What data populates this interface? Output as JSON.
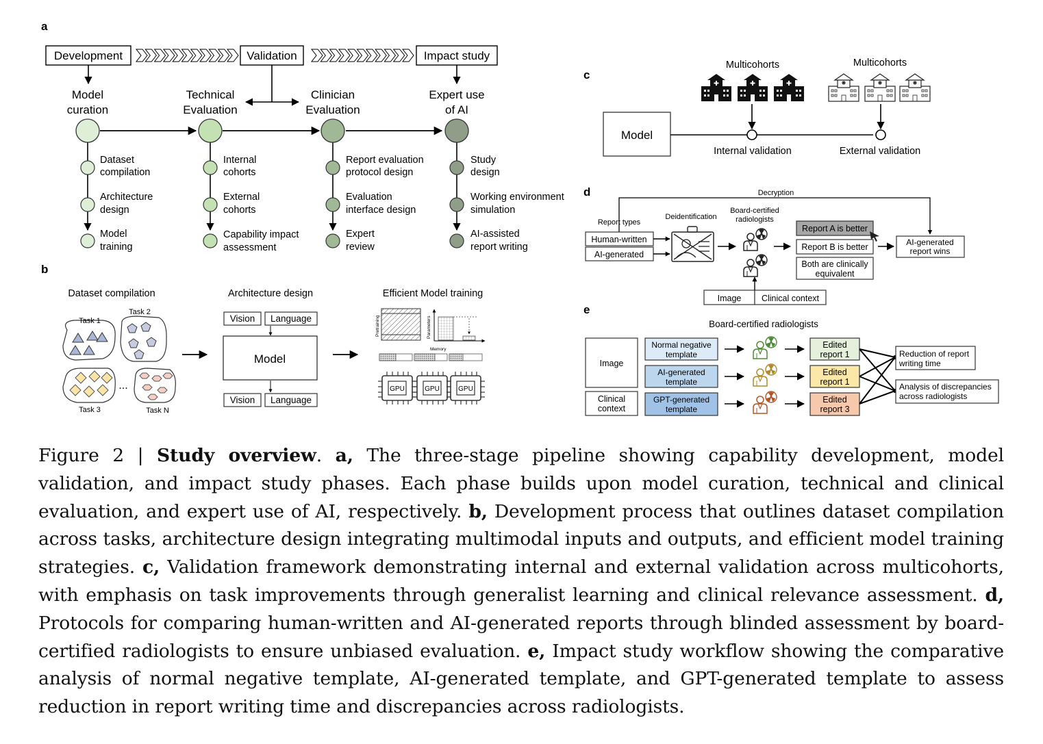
{
  "panel_letters": {
    "a": "a",
    "b": "b",
    "c": "c",
    "d": "d",
    "e": "e"
  },
  "panel_a": {
    "phases": [
      "Development",
      "Validation",
      "Impact study"
    ],
    "stages": [
      {
        "title_line1": "Model",
        "title_line2": "curation",
        "color": "#dfeed7",
        "steps": [
          [
            "Dataset",
            "compilation"
          ],
          [
            "Architecture",
            "design"
          ],
          [
            "Model",
            "training"
          ]
        ]
      },
      {
        "title_line1": "Technical",
        "title_line2": "Evaluation",
        "color": "#c3e1b2",
        "steps": [
          [
            "Internal",
            "cohorts"
          ],
          [
            "External",
            "cohorts"
          ],
          [
            "Capability impact",
            "assessment"
          ]
        ]
      },
      {
        "title_line1": "Clinician",
        "title_line2": "Evaluation",
        "color": "#a0b896",
        "steps": [
          [
            "Report evaluation",
            "protocol design"
          ],
          [
            "Evaluation",
            "interface design"
          ],
          [
            "Expert",
            "review"
          ]
        ]
      },
      {
        "title_line1": "Expert use",
        "title_line2": "of AI",
        "color": "#8f9d89",
        "steps": [
          [
            "Study",
            "design"
          ],
          [
            "Working environment",
            "simulation"
          ],
          [
            "AI-assisted",
            "report writing"
          ]
        ]
      }
    ]
  },
  "panel_b": {
    "dataset_title": "Dataset compilation",
    "tasks": [
      "Task 1",
      "Task 2",
      "Task 3",
      "Task N"
    ],
    "ellipsis": "...",
    "arch_title": "Architecture design",
    "inputs": [
      "Vision",
      "Language"
    ],
    "model_label": "Model",
    "outputs": [
      "Vision",
      "Language"
    ],
    "training_title": "Efficient Model training",
    "pretraining_label": "Pretraining",
    "parameters_label": "Parameters",
    "memory_label": "Memory",
    "gpu_label": "GPU"
  },
  "panel_c": {
    "model_label": "Model",
    "multicohorts_label": "Multicohorts",
    "internal_label": "Internal validation",
    "external_label": "External validation"
  },
  "panel_d": {
    "decryption_label": "Decryption",
    "report_types_label": "Report types",
    "report_types": [
      "Human-written",
      "AI-generated"
    ],
    "deidentification_label": "Deidentification",
    "radiologists_label_line1": "Board-certified",
    "radiologists_label_line2": "radiologists",
    "options": [
      "Report A is better",
      "Report B is better"
    ],
    "option3_line1": "Both are clinically",
    "option3_line2": "equivalent",
    "inputs": [
      "Image",
      "Clinical context"
    ],
    "result_line1": "AI-generated",
    "result_line2": "report wins"
  },
  "panel_e": {
    "title": "Board-certified radiologists",
    "image_label": "Image",
    "context_line1": "Clinical",
    "context_line2": "context",
    "templates": [
      {
        "line1": "Normal negative",
        "line2": "template",
        "color": "#dcebf7"
      },
      {
        "line1": "AI-generated",
        "line2": "template",
        "color": "#bcd6ee"
      },
      {
        "line1": "GPT-generated",
        "line2": "template",
        "color": "#9fc2e6"
      }
    ],
    "edited": [
      {
        "line1": "Edited",
        "line2": "report 1",
        "color": "#e4f0dc"
      },
      {
        "line1": "Edited",
        "line2": "report 1",
        "color": "#fbe7a8"
      },
      {
        "line1": "Edited",
        "line2": "report 3",
        "color": "#f6c9ad"
      }
    ],
    "outcomes": [
      {
        "line1": "Reduction of report",
        "line2": "writing time"
      },
      {
        "line1": "Analysis of discrepancies",
        "line2": "across radiologists"
      }
    ]
  },
  "caption": {
    "figure_label": "Figure 2 | ",
    "title": "Study overview",
    "after_title": ".  ",
    "a_label": "a,",
    "a_text": " The three-stage pipeline showing capability development, model validation, and impact study phases. Each phase builds upon model curation, technical and clinical evaluation, and expert use of AI, respectively. ",
    "b_label": "b,",
    "b_text": " Development process that outlines dataset compilation across tasks, architecture design integrating multimodal inputs and outputs, and efficient model training strategies. ",
    "c_label": "c,",
    "c_text": " Validation framework demonstrating internal and external validation across multicohorts, with emphasis on task improvements through generalist learning and clinical relevance assessment. ",
    "d_label": "d,",
    "d_text": " Protocols for comparing human-written and AI-generated reports through blinded assessment by board-certified radiologists to ensure unbiased evaluation. ",
    "e_label": "e,",
    "e_text": " Impact study workflow showing the comparative analysis of normal negative template, AI-generated template, and GPT-generated template to assess reduction in report writing time and discrepancies across radiologists."
  }
}
